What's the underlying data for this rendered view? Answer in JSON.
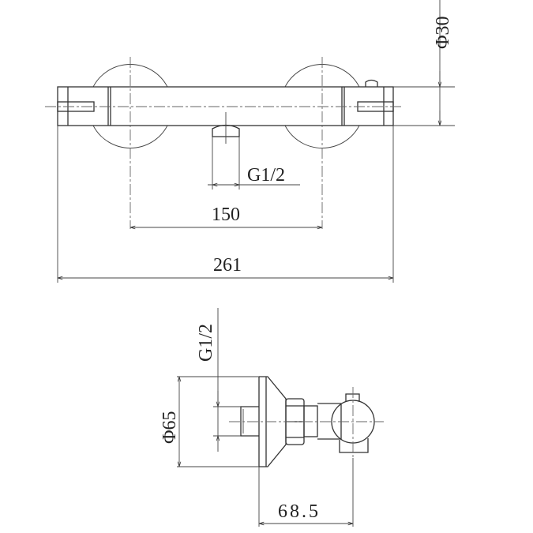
{
  "front_view": {
    "dim_pipe_diameter": "Φ30",
    "dim_outlet_thread": "G1/2",
    "dim_inlet_spacing": "150",
    "dim_overall_length": "261"
  },
  "side_view": {
    "dim_outlet_thread": "G1/2",
    "dim_escutcheon_diameter": "Φ65",
    "dim_projection": "68.5"
  }
}
